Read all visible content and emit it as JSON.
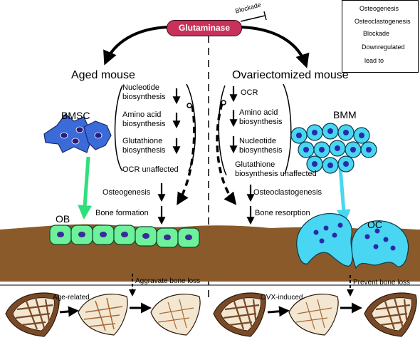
{
  "top": {
    "enzyme": "Glutaminase",
    "blockade_label": "Blockade"
  },
  "legend": {
    "items": [
      {
        "label": "Osteogenesis",
        "color": "#2ee07c",
        "icon": "green-arrow-icon"
      },
      {
        "label": "Osteoclastogenesis",
        "color": "#49d6f2",
        "icon": "cyan-arrow-icon"
      },
      {
        "label": "Blockade",
        "icon": "blockade-icon"
      },
      {
        "label": "Downregulated",
        "icon": "down-arrow-icon"
      },
      {
        "label": "lead to",
        "icon": "dashed-curve-icon"
      }
    ]
  },
  "left": {
    "model": "Aged mouse",
    "cell": "BMSC",
    "differentiated_cell": "OB",
    "pathways": [
      {
        "line1": "Nucleotide",
        "line2": "biosynthesis"
      },
      {
        "line1": "Amino acid",
        "line2": "biosynthesis"
      },
      {
        "line1": "Glutathione",
        "line2": "biosynthesis"
      }
    ],
    "unaffected": "OCR unaffected",
    "process": "Osteogenesis",
    "outcome": "Bone formation",
    "consequence": "Aggravate bone loss",
    "bone_label": "Age-related"
  },
  "right": {
    "model": "Ovariectomized mouse",
    "cell": "BMM",
    "differentiated_cell": "OC",
    "pathways": [
      {
        "line1": "OCR",
        "line2": ""
      },
      {
        "line1": "Amino acid",
        "line2": "biosynthesis"
      },
      {
        "line1": "Nucleotide",
        "line2": "biosynthesis"
      }
    ],
    "unaffected_line1": "Glutathione",
    "unaffected_line2": "biosynthesis unaffected",
    "process": "Osteoclastogenesis",
    "outcome": "Bone resorption",
    "consequence": "Prevent bone loss",
    "bone_label": "OVX-induced"
  },
  "colors": {
    "bone_surface": "#8b5a2b",
    "ob_cell": "#6ff09a",
    "oc_cell": "#49d6f2",
    "nucleus": "#3a2a9a",
    "bmsc": "#3b6bd8",
    "enzyme": "#c8315a"
  }
}
